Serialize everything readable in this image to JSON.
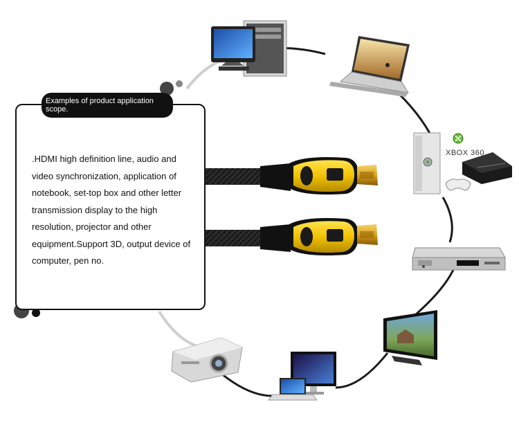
{
  "caption": {
    "title": "Examples of product application scope.",
    "description": ".HDMI high definition line, audio and video synchronization, application of notebook, set-top box and other letter transmission display to the high resolution, projector and other equipment.Support 3D, output device of computer, pen no."
  },
  "devices": {
    "xbox_label": "XBOX 360",
    "icons": [
      "desktop-computer-icon",
      "laptop-icon",
      "xbox-360-icon",
      "ps3-console-icon",
      "dvd-player-icon",
      "lcd-tv-icon",
      "monitor-laptop-icon",
      "projector-icon"
    ]
  },
  "colors": {
    "connector_yellow": "#f2c200",
    "cable_black": "#1a1a1a",
    "gold_plug": "#d9a21b",
    "ring_line": "#1a1a1a"
  }
}
